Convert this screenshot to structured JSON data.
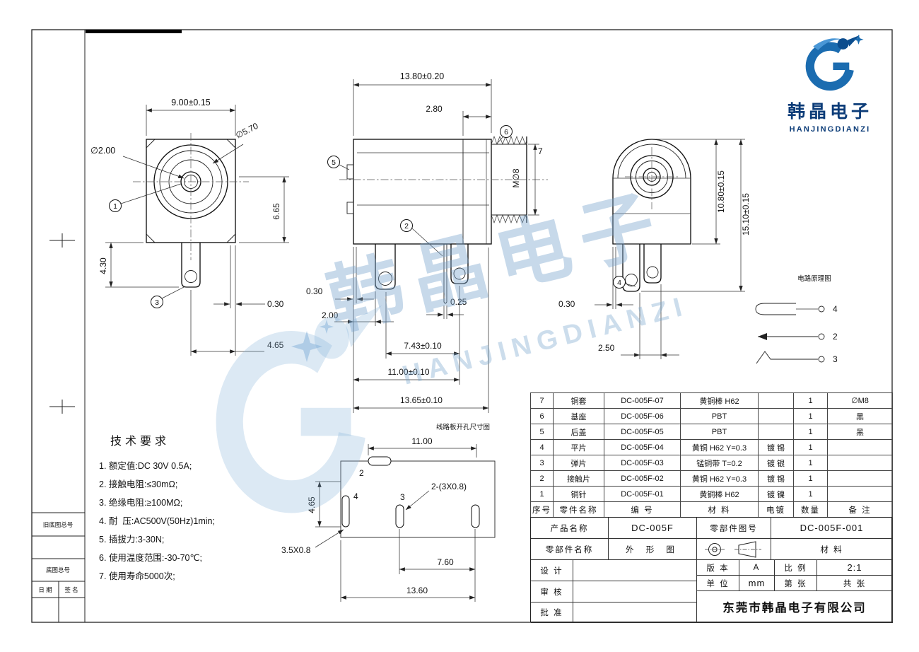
{
  "colors": {
    "line": "#1a1a1a",
    "brand_blue": "#1b6cb0",
    "brand_dark": "#0c3c78",
    "watermark_blue": "#9cc3e0"
  },
  "logo": {
    "cn": "韩晶电子",
    "en": "HANJINGDIANZI"
  },
  "watermark": {
    "cn": "韩晶电子",
    "en": "HANJINGDIANZI"
  },
  "frame": {
    "box_old": "旧底图总号",
    "box_base": "底图总号",
    "date_label": "日 期",
    "sign_label": "签 名"
  },
  "tech": {
    "title": "技术要求",
    "items": [
      "1. 额定值:DC 30V 0.5A;",
      "2. 接触电阻:≤30mΩ;",
      "3. 绝缘电阻:≥100MΩ;",
      "4. 耐  压:AC500V(50Hz)1min;",
      "5. 插拔力:3-30N;",
      "6. 使用温度范围:-30-70℃;",
      "7. 使用寿命5000次;"
    ]
  },
  "views": {
    "front": {
      "w": "9.00±0.15",
      "pin": "∅2.00",
      "barrel": "∅5.70",
      "h": "6.65",
      "tab": "4.30",
      "step": "0.30",
      "pitch": "4.65",
      "b1": "1",
      "b3": "3"
    },
    "side": {
      "len": "13.80±0.20",
      "back": "2.80",
      "thread": "M∅8",
      "thread_len": "7",
      "step": "0.30",
      "gap": "2.00",
      "contact": "0.25",
      "pin2": "7.43±0.10",
      "span": "11.00±0.10",
      "total": "13.65±0.10",
      "b5": "5",
      "b6": "6",
      "b2": "2"
    },
    "rear": {
      "h": "10.80±0.15",
      "total_h": "15.10±0.15",
      "step": "0.30",
      "pitch": "2.50",
      "b4": "4"
    },
    "schematic": {
      "title": "电路原理图",
      "p4": "4",
      "p2": "2",
      "p3": "3"
    },
    "pcb": {
      "title": "线路板开孔尺寸图",
      "w": "11.00",
      "h": "4.65",
      "slots": "2-(3X0.8)",
      "slot": "3.5X0.8",
      "pitch": "7.60",
      "total": "13.60",
      "l2": "2",
      "l4": "4",
      "l3": "3"
    }
  },
  "bom": {
    "headers": [
      "序号",
      "零件名称",
      "编  号",
      "材  料",
      "电镀",
      "数量",
      "备  注"
    ],
    "rows": [
      {
        "no": "7",
        "name": "铜套",
        "code": "DC-005F-07",
        "material": "黄铜棒 H62",
        "plating": "",
        "qty": "1",
        "note": "∅M8"
      },
      {
        "no": "6",
        "name": "基座",
        "code": "DC-005F-06",
        "material": "PBT",
        "plating": "",
        "qty": "1",
        "note": "黑"
      },
      {
        "no": "5",
        "name": "后盖",
        "code": "DC-005F-05",
        "material": "PBT",
        "plating": "",
        "qty": "1",
        "note": "黑"
      },
      {
        "no": "4",
        "name": "平片",
        "code": "DC-005F-04",
        "material": "黄铜 H62 Y=0.3",
        "plating": "镀 锡",
        "qty": "1",
        "note": ""
      },
      {
        "no": "3",
        "name": "弹片",
        "code": "DC-005F-03",
        "material": "锰铜带 T=0.2",
        "plating": "镀 银",
        "qty": "1",
        "note": ""
      },
      {
        "no": "2",
        "name": "接触片",
        "code": "DC-005F-02",
        "material": "黄铜 H62 Y=0.3",
        "plating": "镀 锡",
        "qty": "1",
        "note": ""
      },
      {
        "no": "1",
        "name": "铜针",
        "code": "DC-005F-01",
        "material": "黄铜棒 H62",
        "plating": "镀 镍",
        "qty": "1",
        "note": ""
      }
    ]
  },
  "title_block": {
    "product_name_label": "产品名称",
    "product_name": "DC-005F",
    "drawing_no_label": "零部件图号",
    "drawing_no": "DC-005F-001",
    "part_name_label": "零部件名称",
    "part_name": "外 形 图",
    "material_label": "材  料",
    "version_label": "版 本",
    "version_value": "A",
    "scale_label": "比 例",
    "scale_value": "2:1",
    "unit_label": "单 位",
    "unit_value": "mm",
    "sheet_label": "第  张",
    "total_sheet_label": "共  张",
    "design_label": "设 计",
    "audit_label": "审 核",
    "approve_label": "批 准",
    "company": "东莞市韩晶电子有限公司"
  }
}
